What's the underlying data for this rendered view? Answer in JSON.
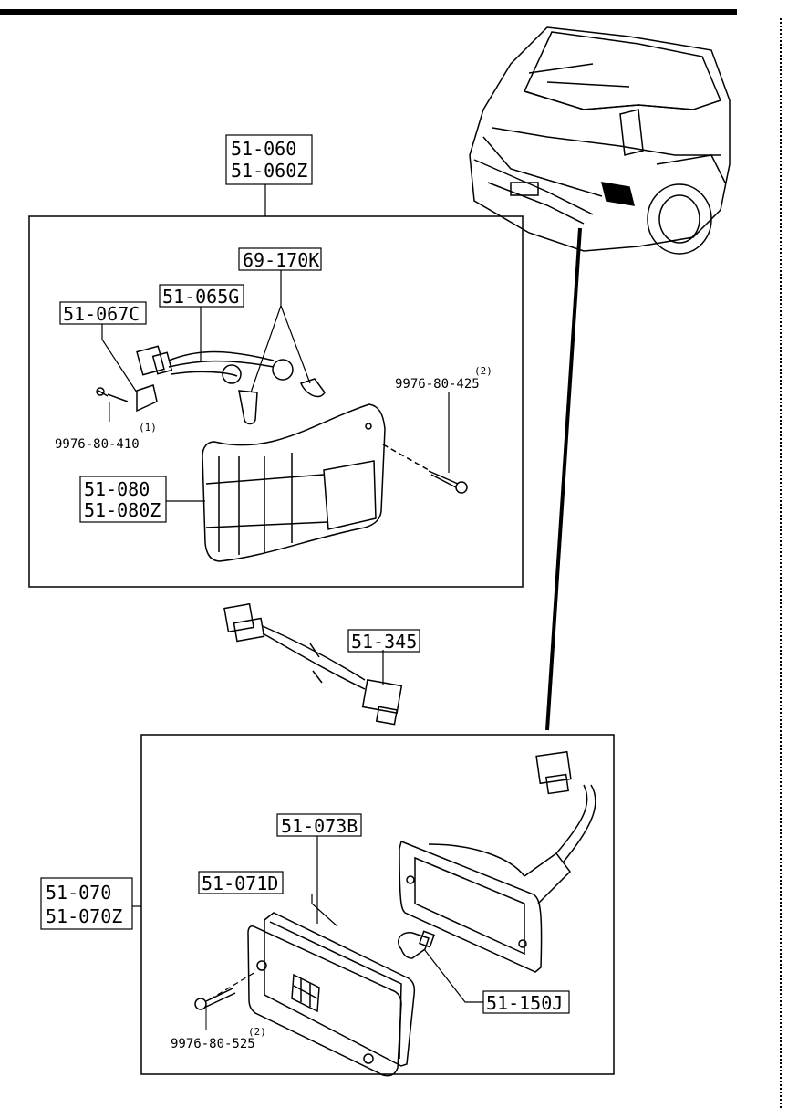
{
  "labels": {
    "assembly_front_line1": "51-060",
    "assembly_front_line2": "51-060Z",
    "bulb_front": "69-170K",
    "socket_front": "51-065G",
    "bracket": "51-067C",
    "screw_bracket_qty": "(1)",
    "screw_bracket": "9976-80-410",
    "screw_lens_qty": "(2)",
    "screw_lens": "9976-80-425",
    "lens_front_line1": "51-080",
    "lens_front_line2": "51-080Z",
    "harness": "51-345",
    "gasket_side": "51-073B",
    "lens_side": "51-071D",
    "assembly_side_line1": "51-070",
    "assembly_side_line2": "51-070Z",
    "bulb_side": "51-150J",
    "screw_side_qty": "(2)",
    "screw_side": "9976-80-525"
  },
  "colors": {
    "ink": "#000000",
    "paper": "#ffffff"
  }
}
